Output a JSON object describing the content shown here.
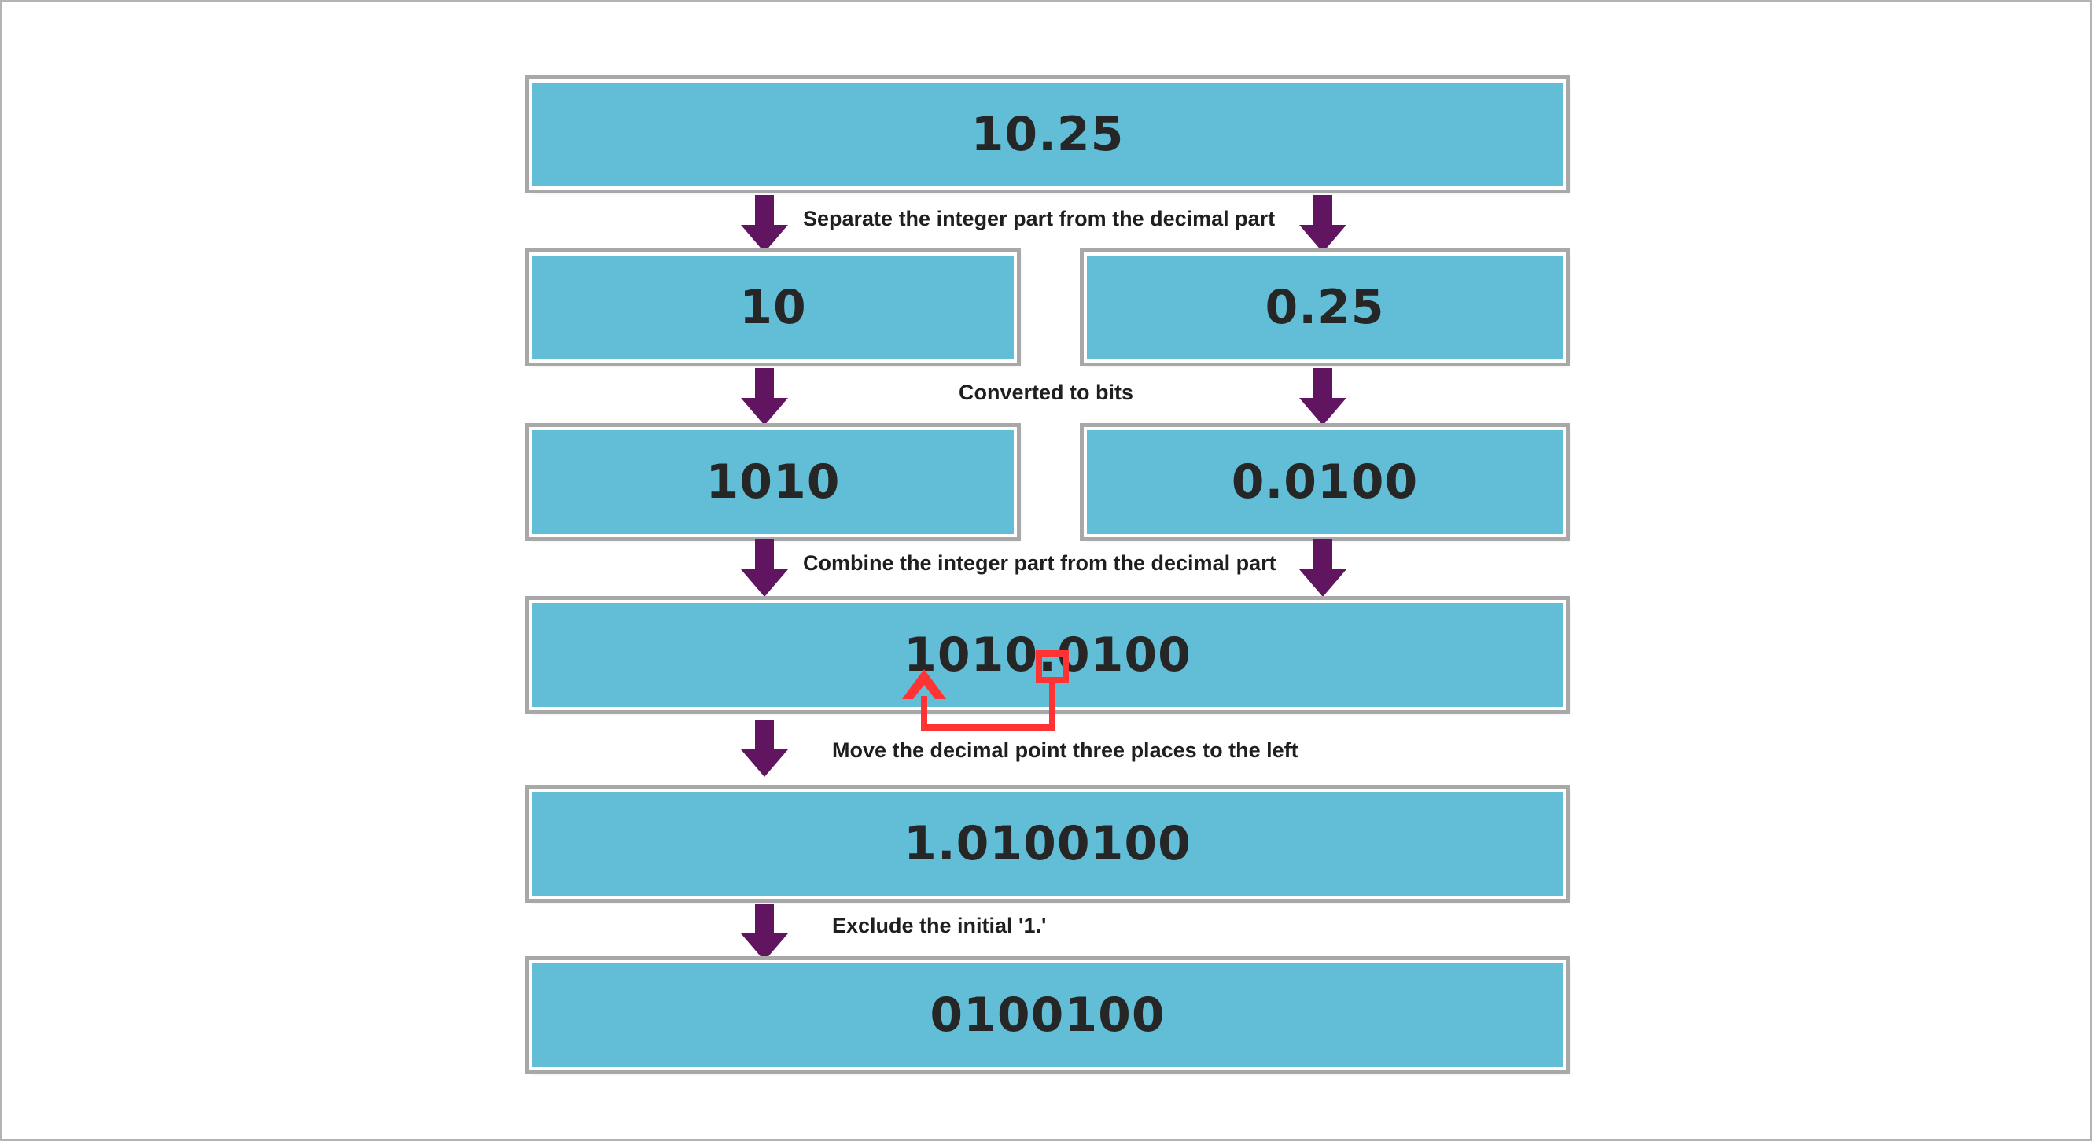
{
  "diagram": {
    "title": "Floating point conversion of 10.25 to binary",
    "colors": {
      "box_fill": "#62bdd6",
      "box_border": "#a8a8a8",
      "arrow": "#611560",
      "annotation": "#ff3333",
      "text": "#262626",
      "canvas_border": "#b3b3b3"
    },
    "nodes": {
      "original_value": "10.25",
      "integer_part": "10",
      "fraction_part": "0.25",
      "integer_bits": "1010",
      "fraction_bits": "0.0100",
      "combined_bits": "1010.0100",
      "normalized_bits": "1.0100100",
      "mantissa_bits": "0100100"
    },
    "steps": [
      {
        "id": "separate",
        "label": "Separate the integer part from the decimal part"
      },
      {
        "id": "convert",
        "label": "Converted to bits"
      },
      {
        "id": "combine",
        "label": "Combine the integer part from the decimal part"
      },
      {
        "id": "shift",
        "label": "Move the decimal point three places to the left"
      },
      {
        "id": "exclude",
        "label": "Exclude the initial '1.'"
      }
    ],
    "annotation": {
      "name": "decimal-point-shift",
      "description": "Red marker around the decimal point with an arrow showing it moving three places to the left"
    }
  }
}
